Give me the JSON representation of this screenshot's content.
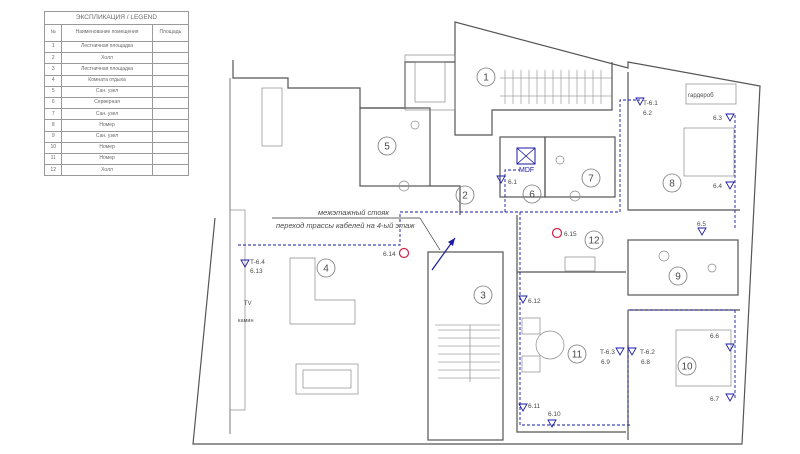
{
  "legend": {
    "title": "ЭКСПЛИКАЦИЯ / LEGEND",
    "col_num": "№",
    "col_name": "Наименование помещения",
    "col_area": "Площадь",
    "rows": [
      {
        "num": "1",
        "name": "Лестничная площадка",
        "area": ""
      },
      {
        "num": "2",
        "name": "Холл",
        "area": ""
      },
      {
        "num": "3",
        "name": "Лестничная площадка",
        "area": ""
      },
      {
        "num": "4",
        "name": "Комната отдыха",
        "area": ""
      },
      {
        "num": "5",
        "name": "Сан. узел",
        "area": ""
      },
      {
        "num": "6",
        "name": "Серверная",
        "area": ""
      },
      {
        "num": "7",
        "name": "Сан. узел",
        "area": ""
      },
      {
        "num": "8",
        "name": "Номер",
        "area": ""
      },
      {
        "num": "9",
        "name": "Сан. узел",
        "area": ""
      },
      {
        "num": "10",
        "name": "Номер",
        "area": ""
      },
      {
        "num": "11",
        "name": "Номер",
        "area": ""
      },
      {
        "num": "12",
        "name": "Холл",
        "area": ""
      }
    ]
  },
  "plan": {
    "riser_line1": "межэтажный стояк",
    "riser_line2": "переход трассы кабелей на 4-ый этаж",
    "mdf_label": "MDF",
    "wardrobe_label": "гардероб",
    "tv_label": "TV",
    "tv_label_2": "камин",
    "room_numbers": [
      "1",
      "2",
      "3",
      "4",
      "5",
      "6",
      "7",
      "8",
      "9",
      "10",
      "11",
      "12"
    ],
    "points": {
      "t61": "T-6.1",
      "p62": "6.2",
      "p63": "6.3",
      "p64": "6.4",
      "p65": "6.5",
      "p66": "6.6",
      "p67": "6.7",
      "p68": "6.8",
      "p69": "6.9",
      "t63": "T-6.3",
      "t62": "T-6.2",
      "p610": "6.10",
      "p611": "6.11",
      "p612": "6.12",
      "p613": "6.13",
      "t64": "T-6.4",
      "p614": "6.14",
      "p615": "6.15",
      "p61": "6.1"
    },
    "colors": {
      "wall": "#555555",
      "cable": "#1a1aa0",
      "access_point": "#d0204a"
    }
  }
}
